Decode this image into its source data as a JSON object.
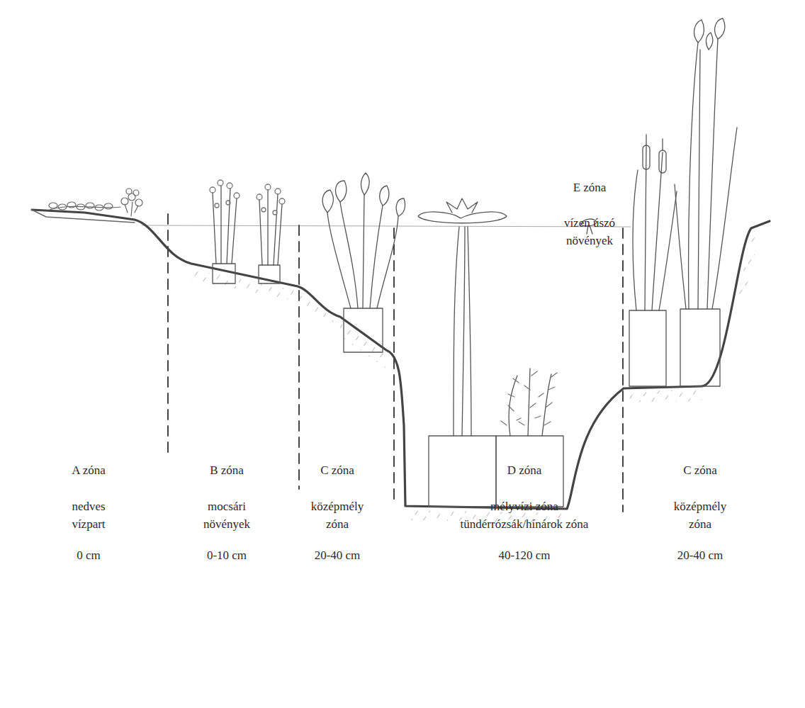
{
  "diagram": {
    "labels": [
      "E zóna",
      "vízen úszó növények",
      "A zóna",
      "nedves vízpart",
      "0 cm",
      "B zóna",
      "mocsári növények",
      "0-10 cm",
      "C zóna",
      "középmély zóna",
      "20-40 cm",
      "D zóna",
      "mélyvízi zóna tündérrózsák/hínárok zóna",
      "40-120 cm",
      "C zóna",
      "középmély zóna",
      "20-40 cm"
    ]
  }
}
